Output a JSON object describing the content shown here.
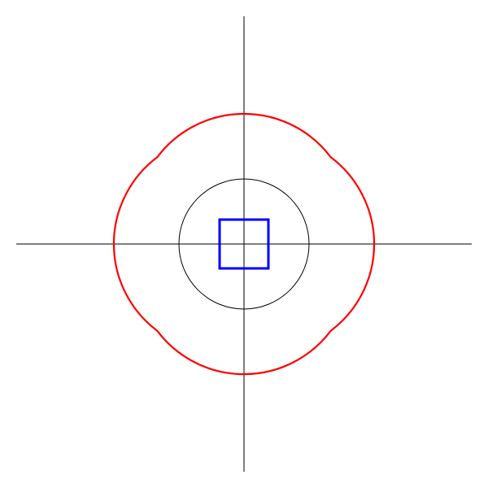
{
  "diagram": {
    "description_colors": {
      "background": "#ffffff",
      "axes": "#000000",
      "circle": "#000000",
      "square": "#0000ff",
      "lobed_curve": "#ff0000"
    },
    "elements": [
      {
        "kind": "axis",
        "orientation": "horizontal"
      },
      {
        "kind": "axis",
        "orientation": "vertical"
      },
      {
        "kind": "circle",
        "color": "#000000"
      },
      {
        "kind": "square",
        "color": "#0000ff"
      },
      {
        "kind": "four-lobed-curve",
        "lobes": 4,
        "color": "#ff0000"
      }
    ]
  }
}
